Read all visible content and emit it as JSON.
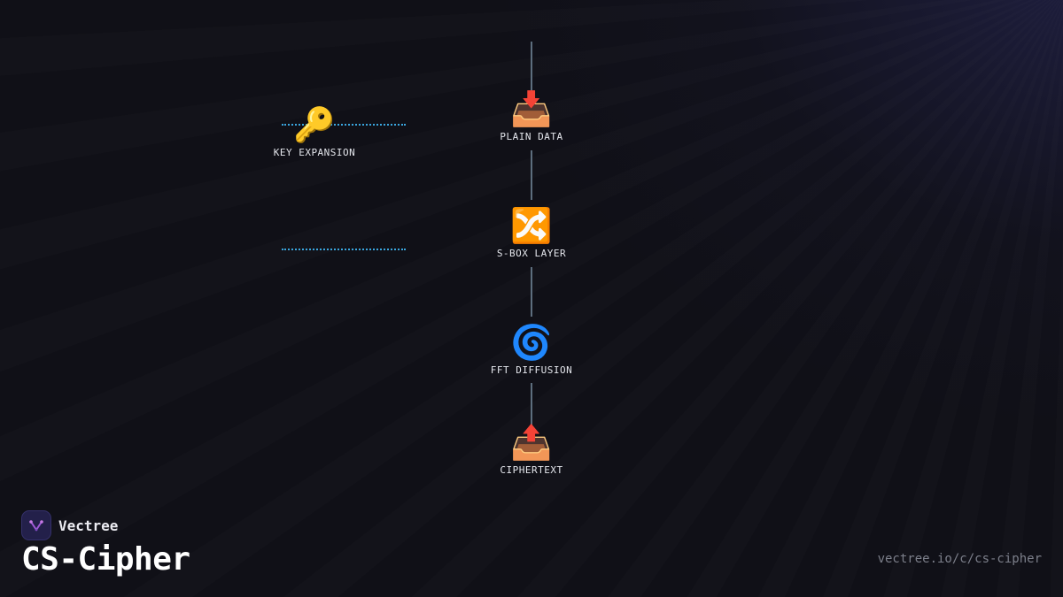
{
  "diagram": {
    "nodes": [
      {
        "label": "PLAIN DATA",
        "icon": "📥",
        "icon_name": "inbox-tray-icon"
      },
      {
        "label": "S-BOX LAYER",
        "icon": "🔀",
        "icon_name": "shuffle-icon"
      },
      {
        "label": "FFT DIFFUSION",
        "icon": "🌀",
        "icon_name": "cyclone-icon"
      },
      {
        "label": "CIPHERTEXT",
        "icon": "📤",
        "icon_name": "outbox-tray-icon"
      }
    ],
    "side_node": {
      "label": "KEY EXPANSION",
      "icon": "🔑",
      "icon_name": "key-icon"
    }
  },
  "brand": {
    "name": "Vectree",
    "title": "CS-Cipher",
    "url": "vectree.io/c/cs-cipher"
  },
  "colors": {
    "background": "#101017",
    "connector": "#5d6e7e",
    "key_link": "#3aa6de",
    "logo_accent": "#a05ad8"
  }
}
